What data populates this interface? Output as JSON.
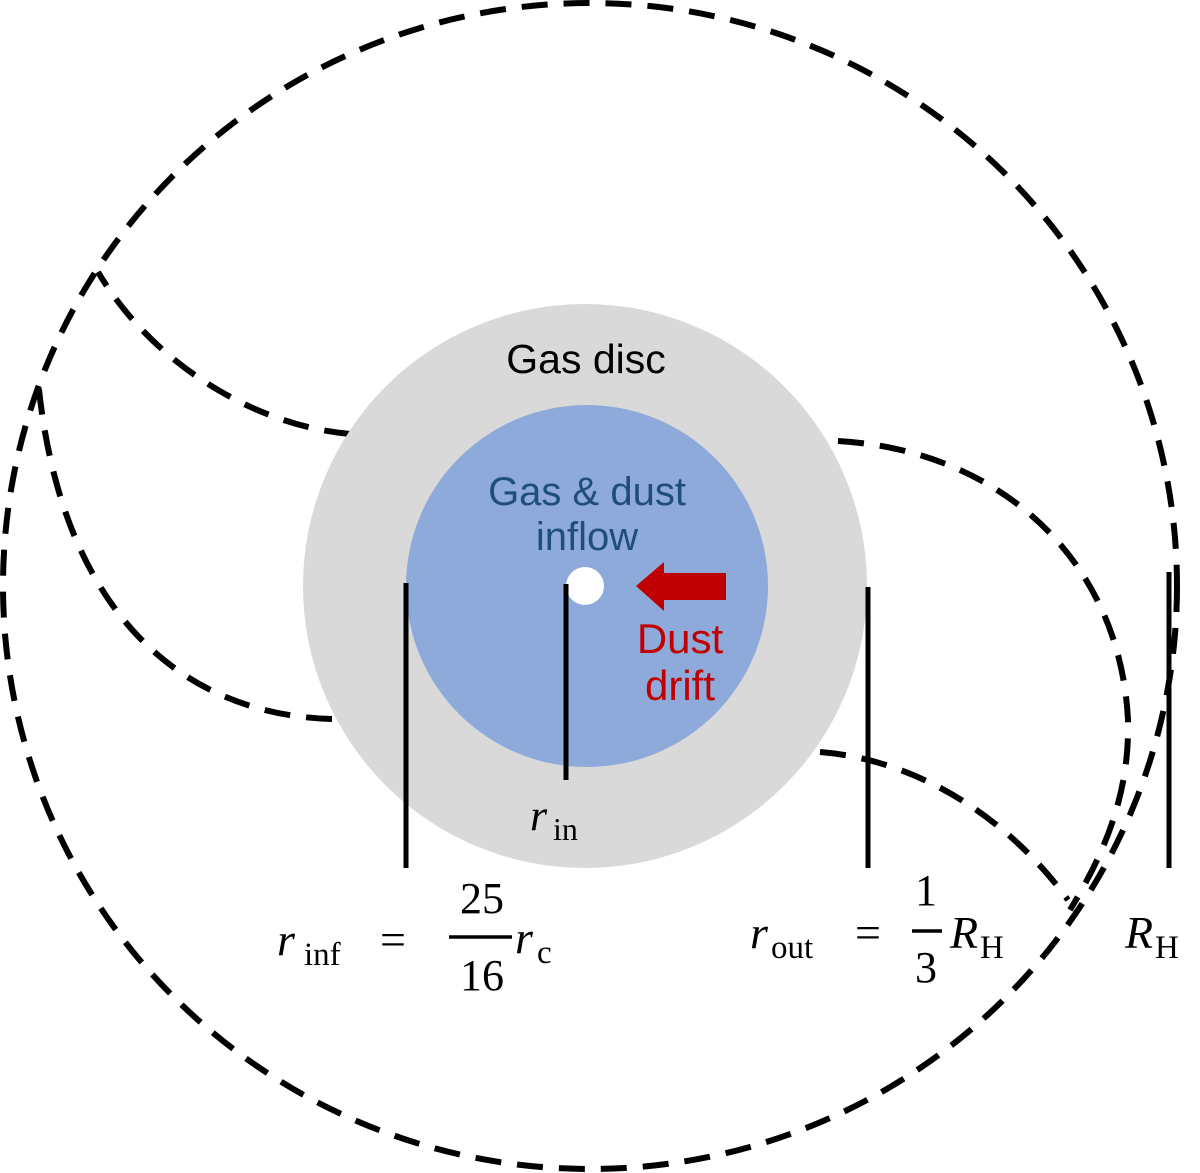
{
  "colors": {
    "gas_disc": "#d9d9d9",
    "inflow_region": "#8eaadb",
    "inflow_text": "#1f4e79",
    "dust_drift": "#c00000",
    "planet": "#ffffff",
    "lines": "#000000"
  },
  "labels": {
    "gas_disc": "Gas disc",
    "inflow_line1": "Gas & dust",
    "inflow_line2": "inflow",
    "dust_drift_line1": "Dust",
    "dust_drift_line2": "drift"
  },
  "radii": {
    "r_in": {
      "symbol": "r",
      "subscript": "in"
    },
    "r_inf": {
      "symbol": "r",
      "subscript": "inf",
      "equals": "=",
      "numerator": "25",
      "denominator": "16",
      "factor_symbol": "r",
      "factor_subscript": "c"
    },
    "r_out": {
      "symbol": "r",
      "subscript": "out",
      "equals": "=",
      "numerator": "1",
      "denominator": "3",
      "factor_symbol": "R",
      "factor_subscript": "H"
    },
    "R_H": {
      "symbol": "R",
      "subscript": "H"
    }
  },
  "icons": {
    "dust_drift_arrow": "left-arrow",
    "planet": "filled-circle"
  }
}
